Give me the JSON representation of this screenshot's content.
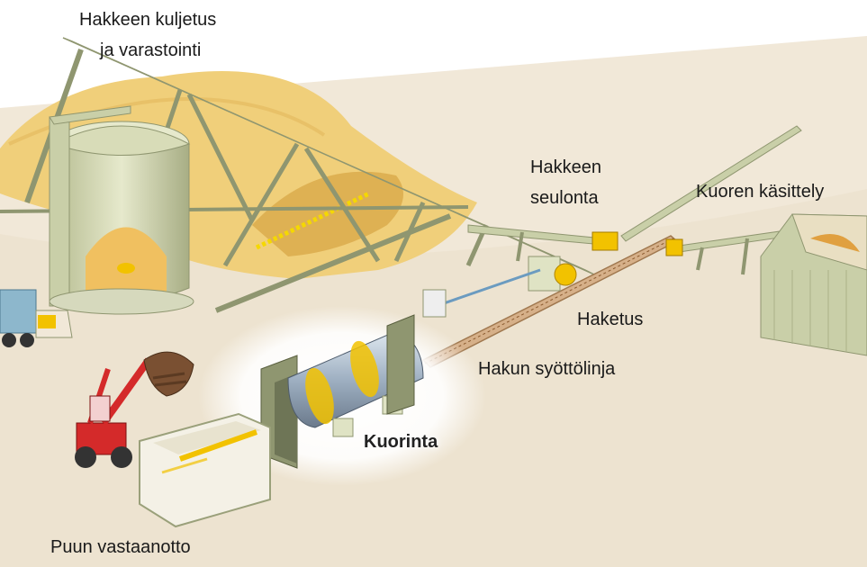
{
  "labels": {
    "chip_transport_line1": "Hakkeen kuljetus",
    "chip_transport_line2": "ja varastointi",
    "chip_screening_line1": "Hakkeen",
    "chip_screening_line2": "seulonta",
    "bark_handling": "Kuoren käsittely",
    "chipping": "Haketus",
    "chip_feed_line": "Hakun syöttölinja",
    "debarking": "Kuorinta",
    "wood_receiving": "Puun vastaanotto"
  },
  "colors": {
    "steel": "#c9cfa8",
    "steel_dark": "#8f9670",
    "chips": "#f0cf7a",
    "chips_dark": "#d9a94a",
    "ground": "#eee4d3",
    "accent_yellow": "#f2c200",
    "loader_red": "#d42a2a"
  },
  "icons": [
    "silo-icon",
    "conveyor-icon",
    "drum-icon",
    "loader-icon",
    "truck-icon",
    "hall-icon"
  ]
}
